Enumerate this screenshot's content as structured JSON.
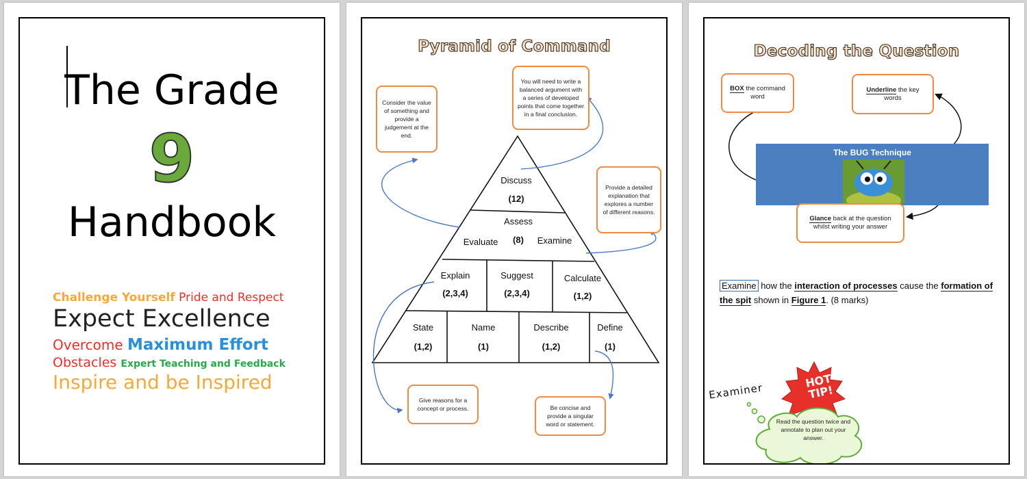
{
  "cover": {
    "title_line1": "The Grade",
    "big_number": "9",
    "title_line2": "Handbook",
    "motto": {
      "challenge": "Challenge Yourself",
      "pride": "Pride and Respect",
      "expect": "Expect Excellence",
      "overcome": "Overcome",
      "maximum": "Maximum Effort",
      "obstacles": "Obstacles",
      "expert": "Expert Teaching and Feedback",
      "inspire": "Inspire and be Inspired"
    },
    "colors": {
      "number": "#6aaa3a",
      "orange": "#f4a93a",
      "red": "#e8302a",
      "blue": "#2a8fd6",
      "green": "#2aa84a",
      "dark": "#222222"
    }
  },
  "pyramid_page": {
    "title": "Pyramid of Command",
    "boxes": {
      "evaluate_note": "Consider the value of something and provide a judgement at the end.",
      "discuss_note": "You will need to write a balanced argument with a series of developed points that come together in a final conclusion.",
      "examine_note": "Provide a detailed explanation that explores a number of different reasons.",
      "explain_note": "Give reasons for a concept or process.",
      "define_note": "Be concise and provide a singular word or statement."
    },
    "tiers": {
      "discuss": "Discuss",
      "discuss_marks": "(12)",
      "assess": "Assess",
      "evaluate": "Evaluate",
      "assess_marks": "(8)",
      "examine": "Examine",
      "explain": "Explain",
      "explain_marks": "(2,3,4)",
      "suggest": "Suggest",
      "suggest_marks": "(2,3,4)",
      "calculate": "Calculate",
      "calculate_marks": "(1,2)",
      "state": "State",
      "state_marks": "(1,2)",
      "name": "Name",
      "name_marks": "(1)",
      "describe": "Describe",
      "describe_marks": "(1,2)",
      "define": "Define",
      "define_marks": "(1)"
    }
  },
  "decoding_page": {
    "title": "Decoding the Question",
    "box_label_bold": "BOX",
    "box_label_rest": " the command word",
    "underline_bold": "Underline",
    "underline_rest": " the key words",
    "banner_title": "The BUG Technique",
    "glance_bold": "Glance",
    "glance_rest": " back at the question whilst writing your answer",
    "question": {
      "command": "Examine",
      "t1": " how the ",
      "k1": "interaction of processes",
      "t2": " cause the ",
      "k2": "formation of the spit",
      "t3": " shown in ",
      "k3": "Figure 1",
      "t4": ". (8 marks)"
    },
    "examiner_label": "Examiner",
    "hot": "HOT",
    "tip": "TIP!",
    "tip_text": "Read the question twice and annotate to plan out your answer."
  }
}
